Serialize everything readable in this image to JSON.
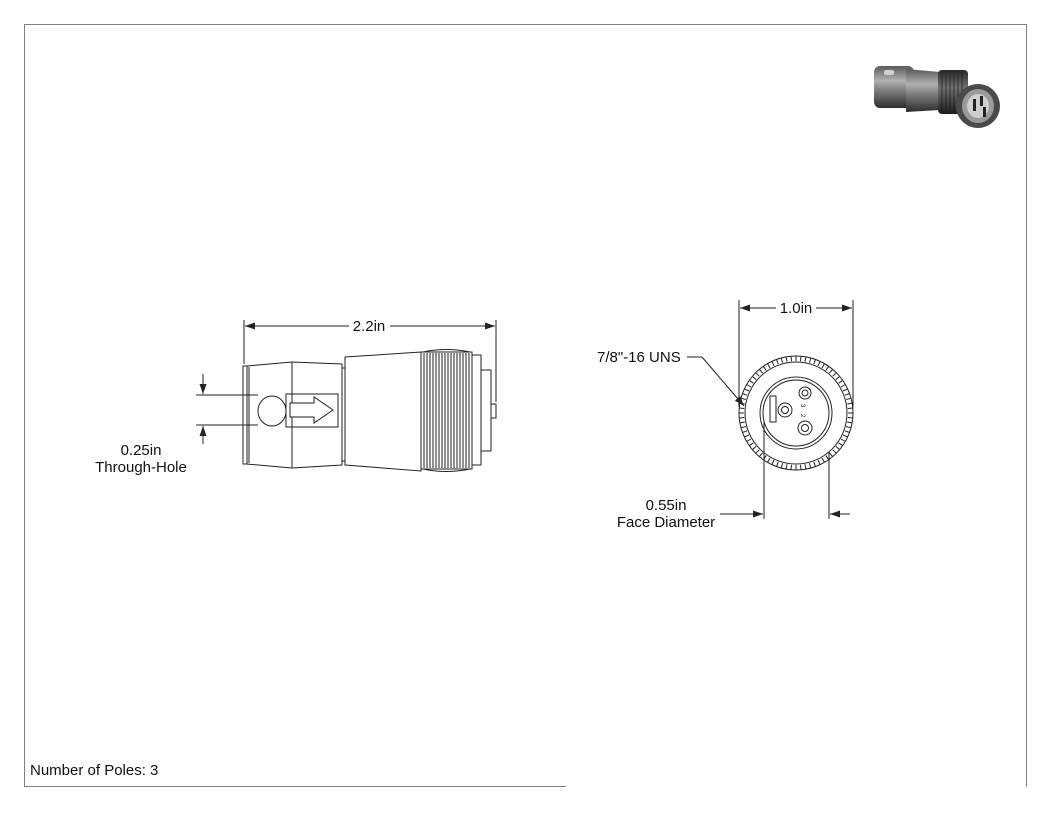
{
  "side_view": {
    "overall_length": "2.2in",
    "hole_size": "0.25in",
    "hole_note": "Through-Hole"
  },
  "face_view": {
    "outer_diameter": "1.0in",
    "thread": "7/8\"-16 UNS",
    "face_size": "0.55in",
    "face_note": "Face Diameter",
    "pin_labels": [
      "3",
      "2"
    ]
  },
  "footer": {
    "poles_text": "Number of Poles: 3"
  },
  "colors": {
    "line": "#222222",
    "border": "#808080",
    "body_fill": "#ffffff",
    "thumb_dark": "#3a3a3a",
    "thumb_mid": "#8c8c8c"
  },
  "icons": [
    "connector-thumbnail",
    "direction-arrow",
    "knurled-coupling-nut",
    "pin-socket"
  ]
}
